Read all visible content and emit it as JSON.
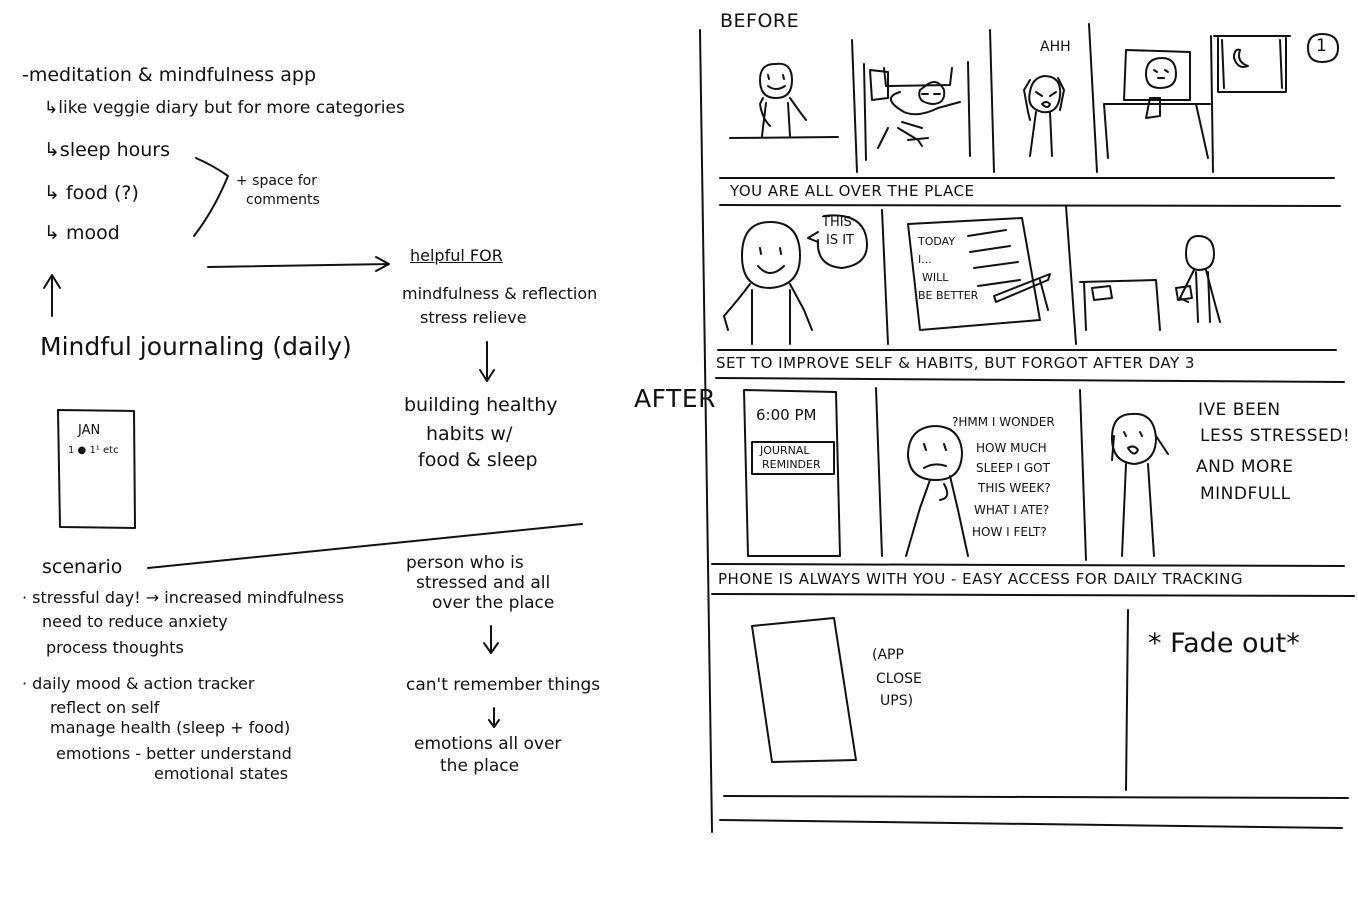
{
  "left": {
    "title": "-meditation & mindfulness app",
    "subtitle": "↳like veggie diary but for more categories",
    "categories": [
      "↳sleep hours",
      "↳ food (?)",
      "↳ mood"
    ],
    "comments": [
      "+ space for",
      "comments"
    ],
    "helpful_heading": "helpful FOR",
    "helpful_items": [
      "mindfulness & reflection",
      "stress relieve"
    ],
    "helpful_result": [
      "building healthy",
      "habits w/",
      "food & sleep"
    ],
    "main_idea": "Mindful journaling (daily)",
    "phone_sketch": {
      "month": "JAN",
      "dates": "1 ● 1¹ etc"
    },
    "scenario_heading": "scenario",
    "scenario_bullets": [
      {
        "bullet": "· stressful day! → increased mindfulness",
        "lines": [
          "need to reduce anxiety",
          "process thoughts"
        ]
      },
      {
        "bullet": "· daily mood & action tracker",
        "lines": [
          "reflect on self",
          "manage health (sleep + food)",
          "emotions - better understand",
          "emotional states"
        ]
      }
    ],
    "persona_flow": [
      [
        "person who is",
        "stressed and all",
        "over the place"
      ],
      [
        "can't remember things"
      ],
      [
        "emotions all over",
        "the place"
      ]
    ]
  },
  "right": {
    "before_label": "BEFORE",
    "after_label": "AFTER",
    "page_number": "1",
    "row1": {
      "exclamation": "AHH",
      "caption": "YOU ARE ALL OVER THE PLACE"
    },
    "row2": {
      "speech": [
        "THIS",
        "IS IT"
      ],
      "notebook": [
        "TODAY",
        "I...",
        "WILL",
        "BE BETTER"
      ],
      "caption": "SET TO IMPROVE SELF & HABITS, BUT FORGOT AFTER DAY 3"
    },
    "row3": {
      "phone_time": "6:00 PM",
      "phone_notice": [
        "JOURNAL",
        "REMINDER"
      ],
      "thought": [
        "?HMM I WONDER",
        "HOW MUCH",
        "SLEEP I GOT",
        "THIS WEEK?",
        "WHAT I ATE?",
        "HOW I FELT?"
      ],
      "relief": [
        "IVE BEEN",
        "LESS STRESSED!",
        "AND MORE",
        "MINDFULL"
      ],
      "caption": "PHONE IS ALWAYS WITH YOU - EASY ACCESS FOR DAILY TRACKING"
    },
    "row4": {
      "app_note": [
        "(APP",
        "CLOSE",
        "UPS)"
      ],
      "fade": "* Fade out*"
    }
  }
}
